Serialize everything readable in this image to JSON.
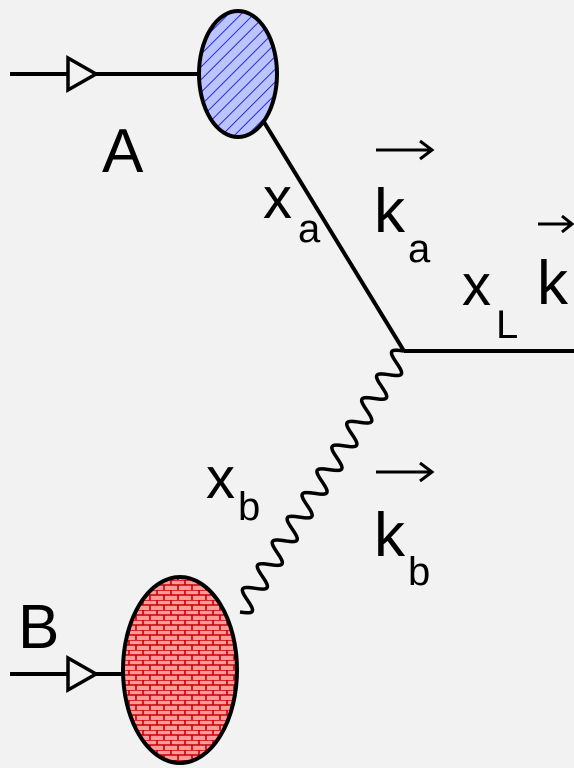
{
  "labels": {
    "incoming_a": "A",
    "incoming_b": "B",
    "x_a_main": "x",
    "x_a_sub": "a",
    "x_b_main": "x",
    "x_b_sub": "b",
    "x_l_main": "x",
    "x_l_sub": "L",
    "k_a_main": "k",
    "k_a_sub": "a",
    "k_b_main": "k",
    "k_b_sub": "b",
    "k_out": "k"
  },
  "colors": {
    "background": "#f2f2f2",
    "blob_a_fill": "#bcc4ff",
    "blob_a_hatch": "#2a2ad6",
    "blob_b_fill": "#ff9a9a",
    "blob_b_pattern": "#c80000",
    "line": "#000000"
  }
}
